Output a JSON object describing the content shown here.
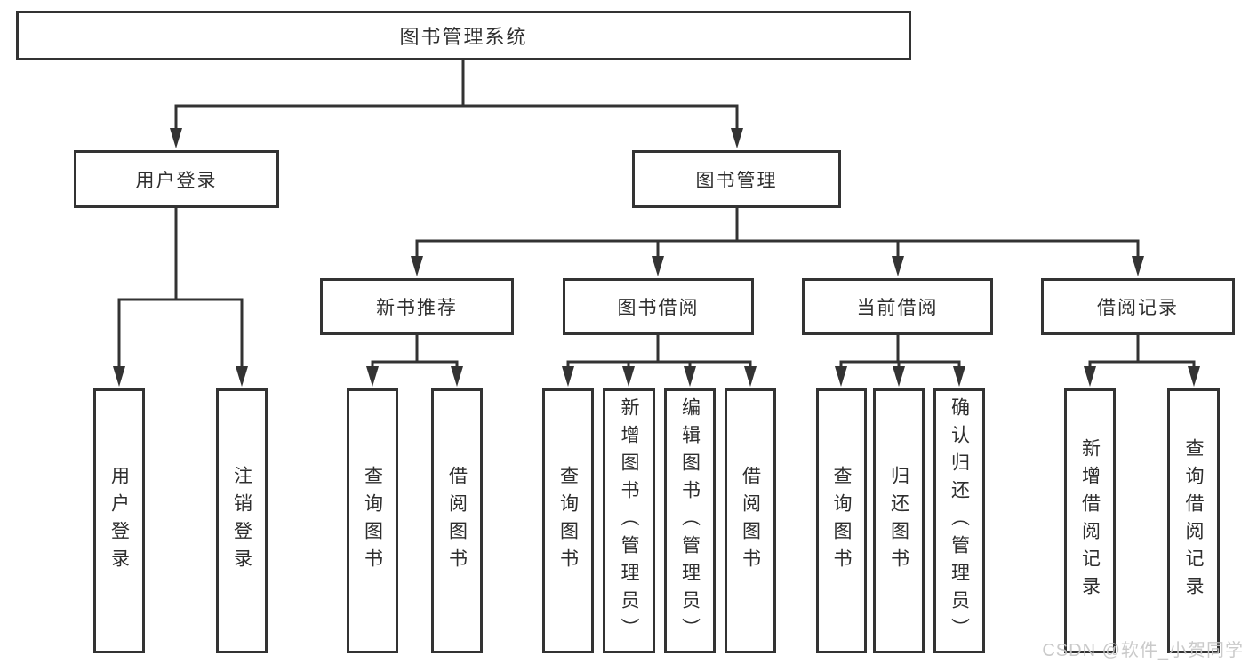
{
  "diagram": {
    "title": "图书管理系统",
    "tree": {
      "root": "图书管理系统",
      "branches": [
        {
          "label": "用户登录",
          "children": [
            "用户登录",
            "注销登录"
          ]
        },
        {
          "label": "图书管理",
          "sections": [
            {
              "label": "新书推荐",
              "children": [
                "查询图书",
                "借阅图书"
              ]
            },
            {
              "label": "图书借阅",
              "children": [
                "查询图书",
                "新增图书（管理员）",
                "编辑图书（管理员）",
                "借阅图书"
              ]
            },
            {
              "label": "当前借阅",
              "children": [
                "查询图书",
                "归还图书",
                "确认归还（管理员）"
              ]
            },
            {
              "label": "借阅记录",
              "children": [
                "新增借阅记录",
                "查询借阅记录"
              ]
            }
          ]
        }
      ]
    },
    "watermark": "CSDN @软件_小贺同学"
  },
  "colors": {
    "background": "#ffffff",
    "line": "#333333",
    "box_border": "#333333",
    "text": "#2e2e2e",
    "watermark": "#c5c5c5"
  }
}
